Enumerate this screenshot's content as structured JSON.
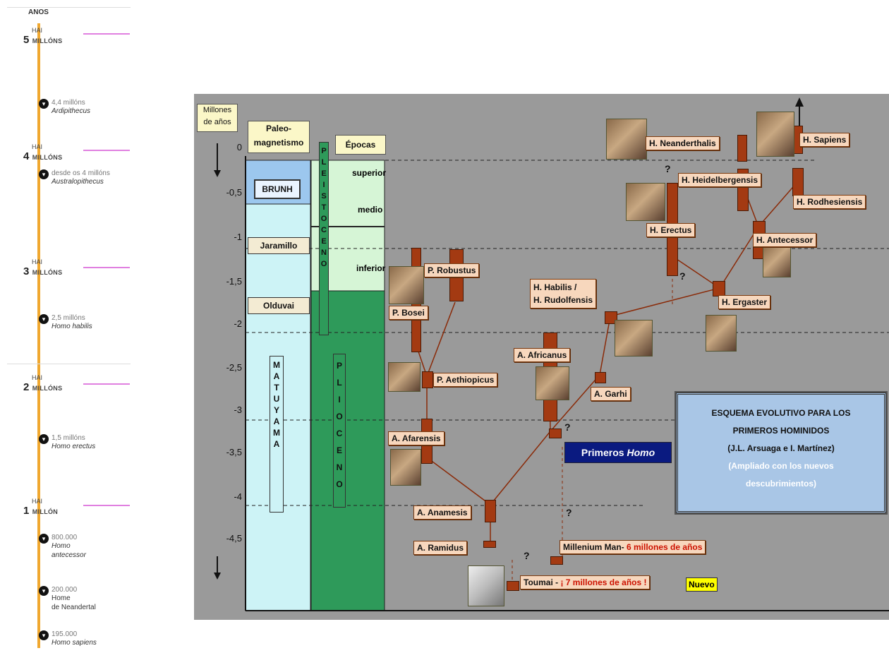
{
  "timeline": {
    "header": "ANOS",
    "majors": [
      {
        "hai": "HAI",
        "num": "5",
        "unit": "MILLÓNS"
      },
      {
        "hai": "HAI",
        "num": "4",
        "unit": "MILLÓNS"
      },
      {
        "hai": "HAI",
        "num": "3",
        "unit": "MILLÓNS"
      },
      {
        "hai": "HAI",
        "num": "2",
        "unit": "MILLÓNS"
      },
      {
        "hai": "HAI",
        "num": "1",
        "unit": "MILLÓN"
      }
    ],
    "events": [
      {
        "when": "4,4 millóns",
        "what": "Ardipithecus"
      },
      {
        "when": "desde os 4 millóns",
        "what": "Australopithecus"
      },
      {
        "when": "2,5 millóns",
        "what": "Homo habilis"
      },
      {
        "when": "1,5 millóns",
        "what": "Homo erectus"
      },
      {
        "when": "800.000",
        "what": "Homo",
        "what2": "antecessor"
      },
      {
        "when": "200.000",
        "what": "Home",
        "what2": "de Neandertal"
      },
      {
        "when": "195.000",
        "what": "Homo sapiens"
      }
    ]
  },
  "diagram": {
    "axis_title_1": "Millones",
    "axis_title_2": "de años",
    "yticks": [
      "0",
      "-0,5",
      "-1",
      "-1,5",
      "-2",
      "-2,5",
      "-3",
      "-3,5",
      "-4",
      "-4,5"
    ],
    "paleo_head_1": "Paleo-",
    "paleo_head_2": "magnetismo",
    "epocas_head": "Épocas",
    "brunh": "BRUNH",
    "jaramillo": "Jaramillo",
    "olduvai": "Olduvai",
    "matuyama": [
      "M",
      "A",
      "T",
      "U",
      "Y",
      "A",
      "M",
      "A"
    ],
    "pleistoceno": [
      "P",
      "L",
      "E",
      "I",
      "S",
      "T",
      "O",
      "C",
      "E",
      "N",
      "O"
    ],
    "plioceno": [
      "P",
      "L",
      "I",
      "O",
      "C",
      "E",
      "N",
      "O"
    ],
    "superior": "superior",
    "medio": "medio",
    "inferior": "inferior",
    "species": {
      "neanderthalis": "H. Neanderthalis",
      "sapiens": "H. Sapiens",
      "heidelbergensis": "H. Heidelbergensis",
      "rodhesiensis": "H. Rodhesiensis",
      "erectus": "H. Erectus",
      "antecessor": "H. Antecessor",
      "robustus": "P. Robustus",
      "habilis_1": "H. Habilis /",
      "habilis_2": "H. Rudolfensis",
      "ergaster": "H. Ergaster",
      "bosei": "P. Bosei",
      "africanus": "A. Africanus",
      "aethiopicus": "P. Aethiopicus",
      "garhi": "A. Garhi",
      "afarensis": "A. Afarensis",
      "anamesis": "A. Anamesis",
      "ramidus": "A. Ramidus",
      "millenium_a": "Millenium Man- ",
      "millenium_b": "6 millones de años",
      "toumai_a": "Toumai - ",
      "toumai_b": "¡ 7 millones de años !",
      "nuevo": "Nuevo"
    },
    "primeros": "Primeros ",
    "primeros_homo": "Homo",
    "question": "?",
    "note": {
      "line1": "ESQUEMA EVOLUTIVO PARA LOS",
      "line2": "PRIMEROS HOMINIDOS",
      "line3": "(J.L. Arsuaga e I. Martínez)",
      "line4": "(Ampliado con los nuevos",
      "line5": "descubrimientos)"
    },
    "colors": {
      "bar": "#a33a12",
      "label": "#f7d7bd",
      "dark_green": "#2e9a5a",
      "light_blue": "#cdf3f6"
    }
  }
}
